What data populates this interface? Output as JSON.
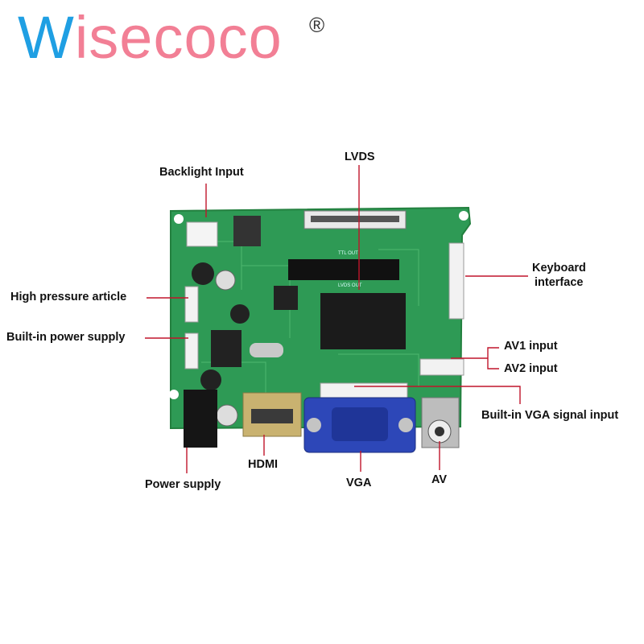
{
  "logo": {
    "first": "W",
    "rest": "isecoco",
    "registered": "®"
  },
  "labels": {
    "backlight": "Backlight Input",
    "lvds": "LVDS",
    "keyboard_1": "Keyboard",
    "keyboard_2": "interface",
    "high_pressure": "High pressure article",
    "builtin_power": "Built-in power supply",
    "av1": "AV1 input",
    "av2": "AV2 input",
    "builtin_vga": "Built-in VGA signal input",
    "hdmi": "HDMI",
    "vga": "VGA",
    "av": "AV",
    "power_supply": "Power supply"
  },
  "board_silkscreen": {
    "ttl_out": "TTL OUT",
    "lvds_out": "LVDS OUT"
  },
  "colors": {
    "pcb": "#2e9a55",
    "leader": "#c0152b",
    "vga_connector": "#2d47b8",
    "logo_blue": "#1f9fe3",
    "logo_pink": "#f27f95"
  }
}
